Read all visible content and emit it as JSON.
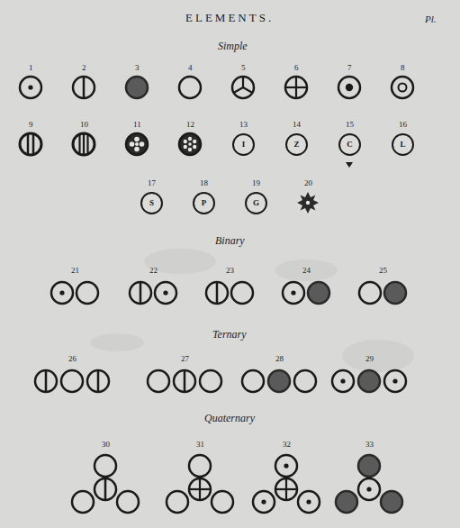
{
  "diagram": {
    "title": "ELEMENTS.",
    "nodes": [
      {
        "text": [
          "I"
        ]
      },
      {
        "text": [
          "Z"
        ]
      },
      {
        "text": [
          "C"
        ]
      },
      {
        "text": [
          "L"
        ]
      },
      {
        "text": [
          "S"
        ]
      },
      {
        "text": [
          "P"
        ]
      },
      {
        "text": [
          "G"
        ]
      }
    ],
    "labels": [
      "Pl.",
      "Simple",
      "1",
      "2",
      "3",
      "4",
      "5",
      "6",
      "7",
      "8",
      "9",
      "10",
      "11",
      "12",
      "13",
      "14",
      "15",
      "16",
      "17",
      "18",
      "19",
      "20",
      "Binary",
      "21",
      "22",
      "23",
      "24",
      "25",
      "Ternary",
      "26",
      "27",
      "28",
      "29",
      "Quaternary",
      "30",
      "31",
      "32",
      "33"
    ]
  }
}
